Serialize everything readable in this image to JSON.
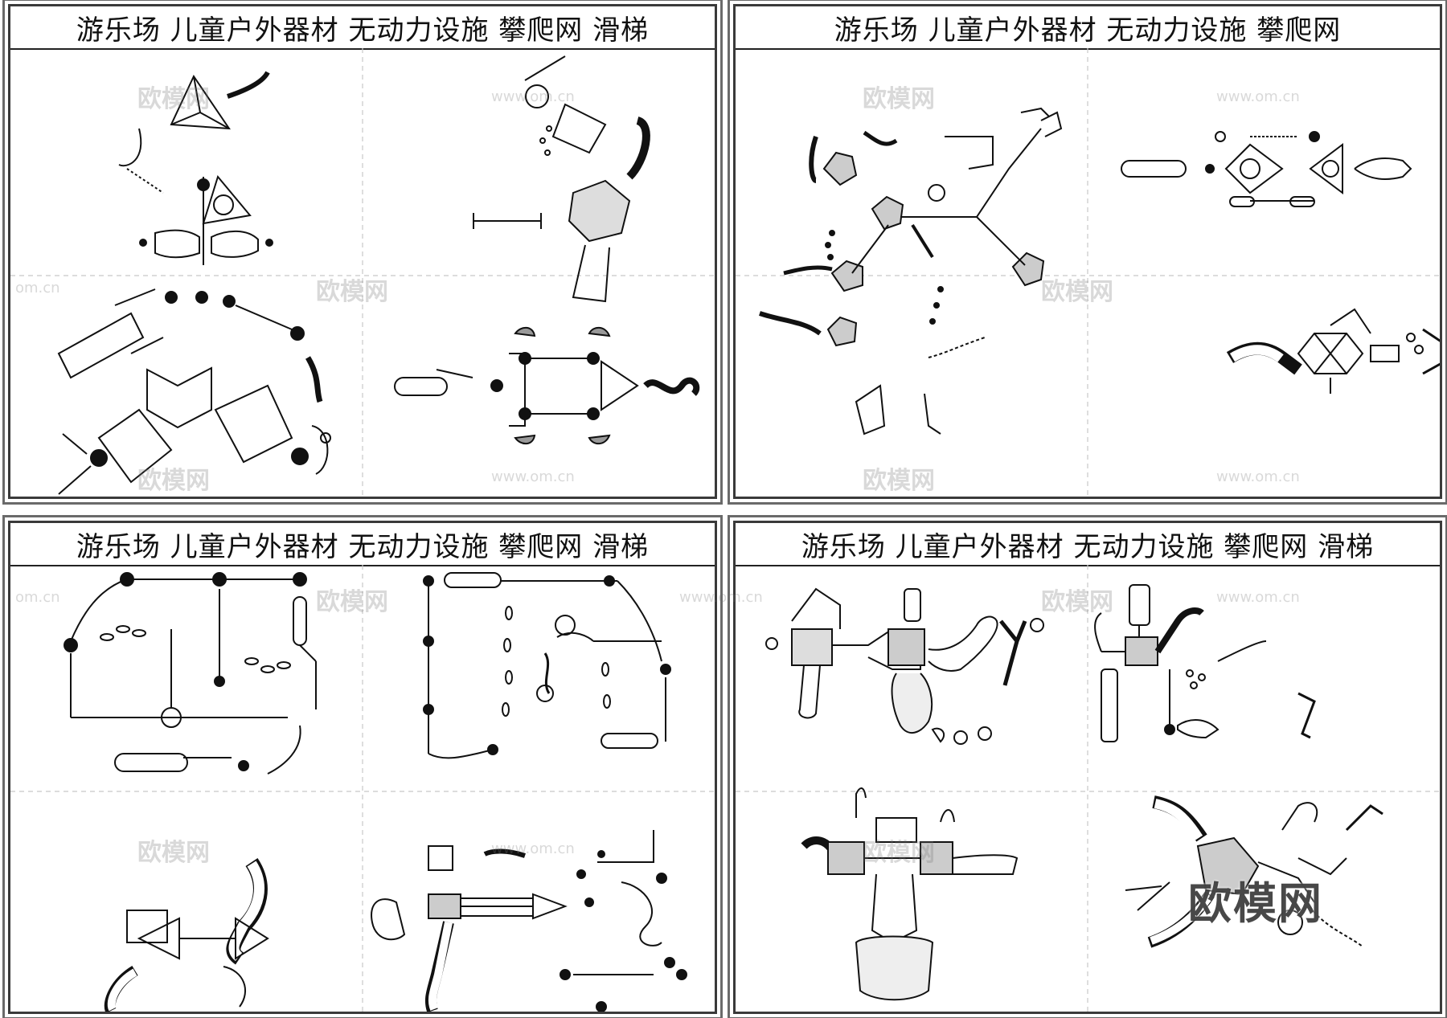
{
  "sheets": [
    {
      "title": "游乐场  儿童户外器材  无动力设施  攀爬网  滑梯"
    },
    {
      "title": "游乐场  儿童户外器材  无动力设施  攀爬网"
    },
    {
      "title": "游乐场  儿童户外器材  无动力设施  攀爬网  滑梯"
    },
    {
      "title": "游乐场  儿童户外器材  无动力设施  攀爬网  滑梯"
    }
  ],
  "watermark": {
    "brand": "欧模网",
    "url": "www.om.cn",
    "short_url": "om.cn"
  },
  "colors": {
    "line": "#111111",
    "frame": "#3a3a3a",
    "dash": "#bdbdbd"
  }
}
